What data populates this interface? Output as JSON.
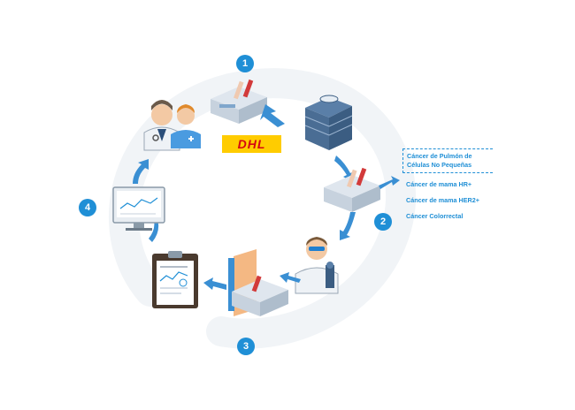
{
  "steps": [
    "1",
    "2",
    "3",
    "4"
  ],
  "courier": {
    "label": "DHL"
  },
  "cancer_types": [
    "Cáncer de Pulmón de Células No Pequeñas",
    "Cáncer de mama HR+",
    "Cáncer de mama HER2+",
    "Cáncer Colorrectal"
  ],
  "colors": {
    "accent": "#1f8fd6",
    "arrow": "#3a8fd3",
    "dhl_yellow": "#ffcc00",
    "dhl_red": "#d40511"
  },
  "icons": [
    "doctor-icon",
    "nurse-icon",
    "sample-kit-icon",
    "truck-label-icon",
    "laboratory-building-icon",
    "lab-scientist-icon",
    "report-clipboard-icon",
    "computer-monitor-icon"
  ]
}
